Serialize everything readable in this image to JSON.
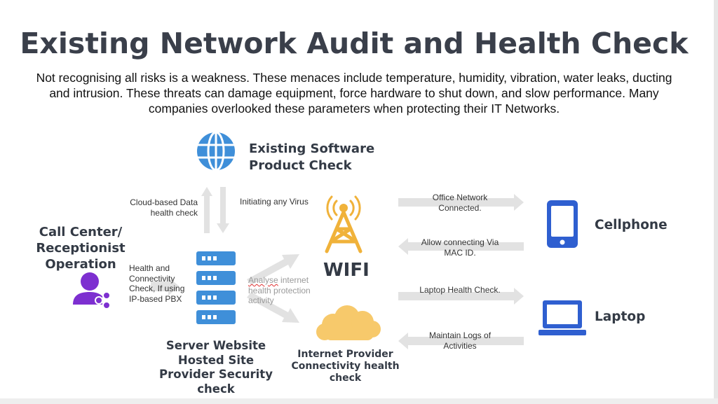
{
  "title": "Existing Network Audit and Health Check",
  "intro": "Not recognising all risks is a weakness. These menaces include temperature, humidity, vibration, water leaks, ducting and intrusion. These threats can damage equipment, force hardware to shut down, and slow performance. Many companies overlooked these parameters when protecting their IT Networks.",
  "nodes": {
    "software_check": "Existing Software Product Check",
    "call_center": "Call Center/ Receptionist Operation",
    "server": "Server Website Hosted Site Provider Security check",
    "wifi": "WIFI",
    "internet_provider": "Internet Provider Connectivity health check",
    "cellphone": "Cellphone",
    "laptop": "Laptop"
  },
  "edges": {
    "cloud_health": "Cloud-based Data health check",
    "initiating_virus": "Initiating any Virus",
    "health_connectivity": "Health and Connectivity Check, If using IP-based PBX",
    "analyse_internet_word": "Analyse",
    "analyse_internet_rest": " internet health protection activity",
    "office_network": "Office Network Connected.",
    "allow_mac": "Allow connecting Via MAC ID.",
    "laptop_health": "Laptop Health Check.",
    "maintain_logs": "Maintain Logs of Activities"
  },
  "colors": {
    "globe": "#3f8fd9",
    "server": "#3f8fd9",
    "tower": "#f0b23a",
    "cloud": "#f7c96b",
    "device": "#2f5fd0",
    "person": "#7d2fd0",
    "arrow": "#e0e0e0"
  }
}
